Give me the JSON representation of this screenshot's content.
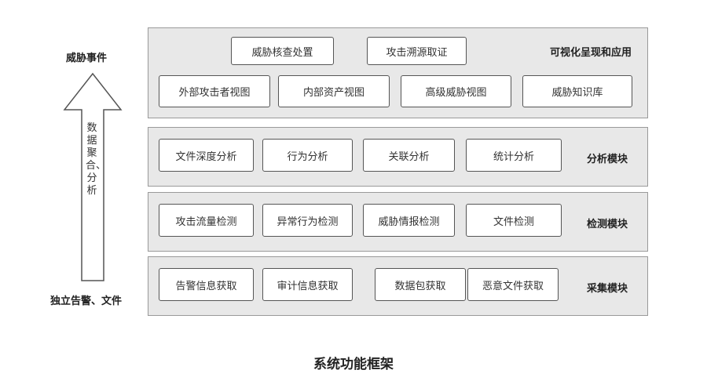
{
  "left_axis": {
    "top_label": "威胁事件",
    "bottom_label": "独立告警、文件",
    "arrow_text": "数据聚合、分析"
  },
  "layers": {
    "visual": {
      "label": "可视化呈现和应用",
      "row1": [
        "威胁核查处置",
        "攻击溯源取证"
      ],
      "row2": [
        "外部攻击者视图",
        "内部资产视图",
        "高级威胁视图",
        "威胁知识库"
      ]
    },
    "analysis": {
      "label": "分析模块",
      "items": [
        "文件深度分析",
        "行为分析",
        "关联分析",
        "统计分析"
      ]
    },
    "detection": {
      "label": "检测模块",
      "items": [
        "攻击流量检测",
        "异常行为检测",
        "威胁情报检测",
        "文件检测"
      ]
    },
    "collection": {
      "label": "采集模块",
      "items": [
        "告警信息获取",
        "审计信息获取",
        "数据包获取",
        "恶意文件获取"
      ]
    }
  },
  "caption": "系统功能框架"
}
